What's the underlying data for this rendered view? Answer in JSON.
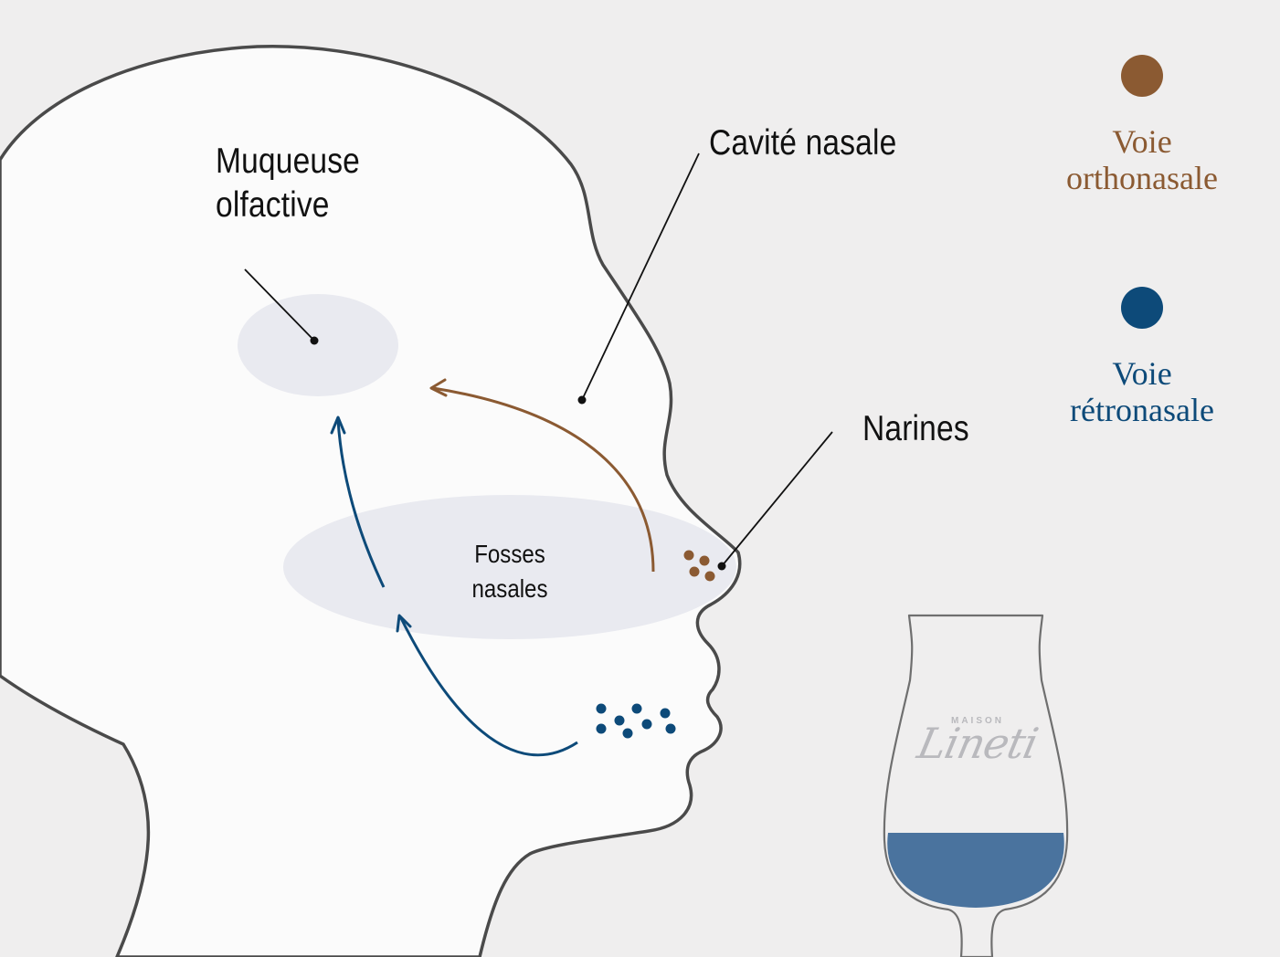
{
  "labels": {
    "olfactory_mucosa": [
      "Muqueuse",
      "olfactive"
    ],
    "nasal_cavity": "Cavité nasale",
    "nostrils": "Narines",
    "nasal_fossae": [
      "Fosses",
      "nasales"
    ]
  },
  "legend": [
    {
      "label_lines": [
        "Voie",
        "orthonasale"
      ],
      "color": "#8b5a32",
      "dot_color": "#8b5a32"
    },
    {
      "label_lines": [
        "Voie",
        "rétronasale"
      ],
      "color": "#0d4a79",
      "dot_color": "#0d4a79"
    }
  ],
  "brand": {
    "small": "MAISON",
    "script": "Lineti"
  },
  "colors": {
    "background": "#efeeee",
    "head_fill": "#fbfbfb",
    "head_outline": "#4a4a4a",
    "zone_fill": "#e9eaf0",
    "orthonasal": "#8b5a32",
    "retronasal": "#0d4a79",
    "wine": "#4a739e"
  },
  "icons": {
    "orthonasal_marker": "dot-cluster",
    "retronasal_marker": "dot-cluster",
    "glass": "tulip-glass"
  }
}
